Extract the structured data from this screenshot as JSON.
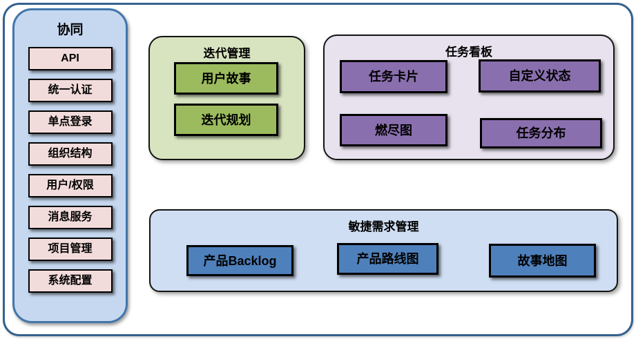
{
  "sidebar": {
    "title": "协同",
    "items": [
      "API",
      "统一认证",
      "单点登录",
      "组织结构",
      "用户/权限",
      "消息服务",
      "项目管理",
      "系统配置"
    ]
  },
  "groups": [
    {
      "title": "迭代管理",
      "items": [
        "用户故事",
        "迭代规划"
      ]
    },
    {
      "title": "任务看板",
      "items": [
        "任务卡片",
        "自定义状态",
        "燃尽图",
        "任务分布"
      ]
    },
    {
      "title": "敏捷需求管理",
      "items": [
        "产品Backlog",
        "产品路线图",
        "故事地图"
      ]
    }
  ],
  "colors": {
    "frame-border": "#35618f",
    "sidebar-bg": "#c6d8ef",
    "sidebar-border": "#4176ac",
    "sidebar-item-bg": "#f2dcdb",
    "iteration-bg": "#d8e4c0",
    "iteration-item-bg": "#9cbb5e",
    "kanban-bg": "#e7e2ee",
    "kanban-item-bg": "#8a6fae",
    "agile-bg": "#cfdef3",
    "agile-item-bg": "#4e80bb",
    "node-border": "#000000",
    "text": "#000000"
  }
}
